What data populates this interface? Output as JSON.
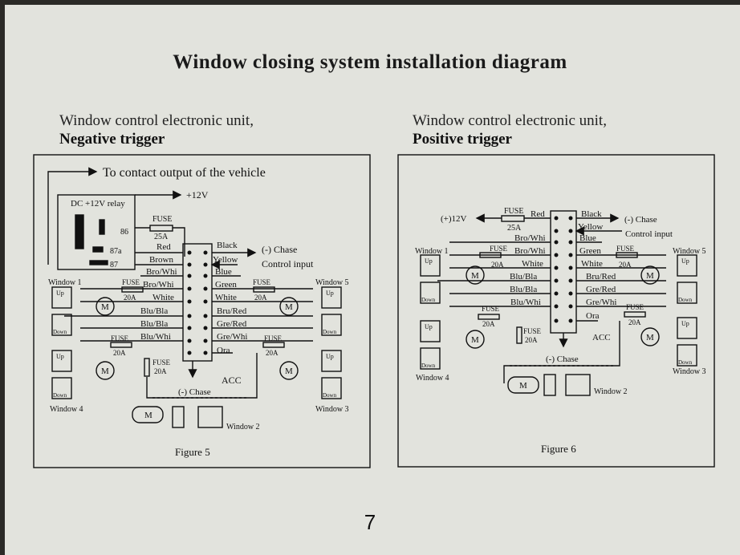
{
  "title": "Window closing system installation diagram",
  "left": {
    "subtitle_line1": "Window control electronic unit,",
    "subtitle_line2": "Negative trigger",
    "contact_output": "To contact output of the vehicle",
    "relay_label": "DC +12V relay",
    "plus12v": "+12V",
    "pin86": "86",
    "pin87a": "87a",
    "pin87": "87",
    "fuse_main": "FUSE",
    "fuse_main_rating": "25A",
    "fuse": "FUSE",
    "fuse_rating": "20A",
    "left_wires": [
      "Red",
      "Brown",
      "Bro/Whi",
      "Bro/Whi",
      "White",
      "Blu/Bla",
      "Blu/Bla",
      "Blu/Whi"
    ],
    "right_wires": [
      "Black",
      "Yellow",
      "Blue",
      "Green",
      "White",
      "Bru/Red",
      "Gre/Red",
      "Gre/Whi",
      "Ora"
    ],
    "chase_out": "(-) Chase",
    "control_input": "Control input",
    "acc": "ACC",
    "chase_bottom": "(-) Chase",
    "window1": "Window 1",
    "window2": "Window 2",
    "window3": "Window 3",
    "window4": "Window 4",
    "window5": "Window 5",
    "up": "Up",
    "down": "Down",
    "motor": "M",
    "figure": "Figure 5"
  },
  "right": {
    "subtitle_line1": "Window control electronic unit,",
    "subtitle_line2": "Positive trigger",
    "plus12v": "(+)12V",
    "fuse_main": "FUSE",
    "fuse_main_rating": "25A",
    "fuse": "FUSE",
    "fuse_rating": "20A",
    "left_wires": [
      "Red",
      "Bro/Whi",
      "Bro/Whi",
      "White",
      "Blu/Bla",
      "Blu/Bla",
      "Blu/Whi"
    ],
    "right_wires": [
      "Black",
      "Yellow",
      "Blue",
      "Green",
      "White",
      "Bru/Red",
      "Gre/Red",
      "Gre/Whi",
      "Ora"
    ],
    "chase_out": "(-) Chase",
    "control_input": "Control input",
    "acc": "ACC",
    "chase_bottom": "(-) Chase",
    "window1": "Window 1",
    "window2": "Window 2",
    "window3": "Window 3",
    "window4": "Window 4",
    "window5": "Window 5",
    "up": "Up",
    "down": "Down",
    "motor": "M",
    "figure": "Figure 6"
  },
  "page_number": "7",
  "colors": {
    "paper": "#e2e3dd",
    "ink": "#111111",
    "background": "#2b2a27"
  }
}
